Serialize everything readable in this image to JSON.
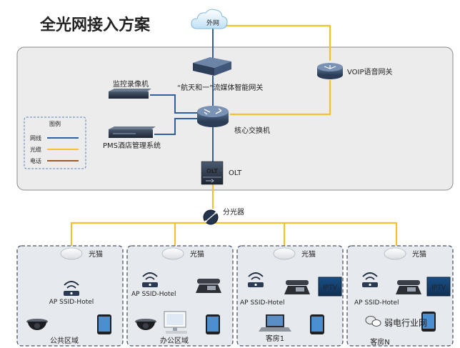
{
  "title": "全光网接入方案",
  "nodes": {
    "internet": "外网",
    "gateway": "“航天和一”流媒体智能网关",
    "voip": "VOIP语音网关",
    "nvr": "监控录像机",
    "core_switch": "核心交换机",
    "pms": "PMS酒店管理系统",
    "olt_label": "OLT",
    "olt_icon_text": "OLT",
    "splitter": "分光器"
  },
  "legend": {
    "title": "图例",
    "items": [
      {
        "label": "网线",
        "color": "#2f5f9e"
      },
      {
        "label": "光缆",
        "color": "#f2c12e"
      },
      {
        "label": "电话",
        "color": "#9a5a2b"
      }
    ]
  },
  "zones": [
    {
      "name": "公共区域",
      "modem": "光猫",
      "ap": "AP SSID-Hotel"
    },
    {
      "name": "办公区域",
      "modem": "光猫",
      "ap": "AP SSID-Hotel"
    },
    {
      "name": "客房1",
      "modem": "光猫",
      "ap": "AP SSID-Hotel",
      "iptv": "IPTV"
    },
    {
      "name": "客房N",
      "modem": "光猫",
      "ap": "AP SSID-Hotel",
      "iptv": "IPTV"
    }
  ],
  "watermark": "弱电行业网",
  "colors": {
    "lan": "#2f5f9e",
    "fiber": "#f2c12e",
    "phone": "#9a5a2b",
    "title": "#1f6fcf"
  }
}
